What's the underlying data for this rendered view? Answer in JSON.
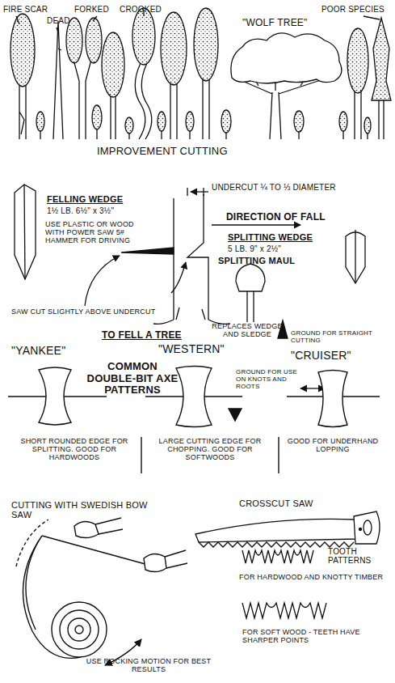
{
  "diagram": {
    "labels": [
      "FIRE SCAR",
      "DEAD",
      "FORKED",
      "CROOKED",
      "POOR SPECIES",
      "\"WOLF TREE\"",
      "IMPROVEMENT CUTTING",
      "FELLING WEDGE",
      "1½ LB. 6½\" x 3½\"",
      "USE PLASTIC OR WOOD WITH POWER SAW 5# HAMMER FOR DRIVING",
      "UNDERCUT ¼ TO ⅓ DIAMETER",
      "DIRECTION OF FALL",
      "SPLITTING WEDGE",
      "5 LB. 9\" x 2½\"",
      "SPLITTING MAUL",
      "REPLACES WEDGE AND SLEDGE",
      "SAW CUT SLIGHTLY ABOVE UNDERCUT",
      "TO FELL A TREE",
      "GROUND FOR STRAIGHT CUTTING",
      "\"YANKEE\"",
      "\"WESTERN\"",
      "\"CRUISER\"",
      "COMMON DOUBLE-BIT AXE PATTERNS",
      "GROUND FOR USE ON KNOTS AND ROOTS",
      "SHORT ROUNDED EDGE FOR SPLITTING. GOOD FOR HARDWOODS",
      "LARGE CUTTING EDGE FOR CHOPPING. GOOD FOR SOFTWOODS",
      "GOOD FOR UNDERHAND LOPPING",
      "CUTTING WITH SWEDISH BOW SAW",
      "CROSSCUT SAW",
      "TOOTH PATTERNS",
      "FOR HARDWOOD AND KNOTTY TIMBER",
      "USE ROCKING MOTION FOR BEST RESULTS",
      "FOR SOFT WOOD - TEETH HAVE SHARPER POINTS"
    ]
  }
}
